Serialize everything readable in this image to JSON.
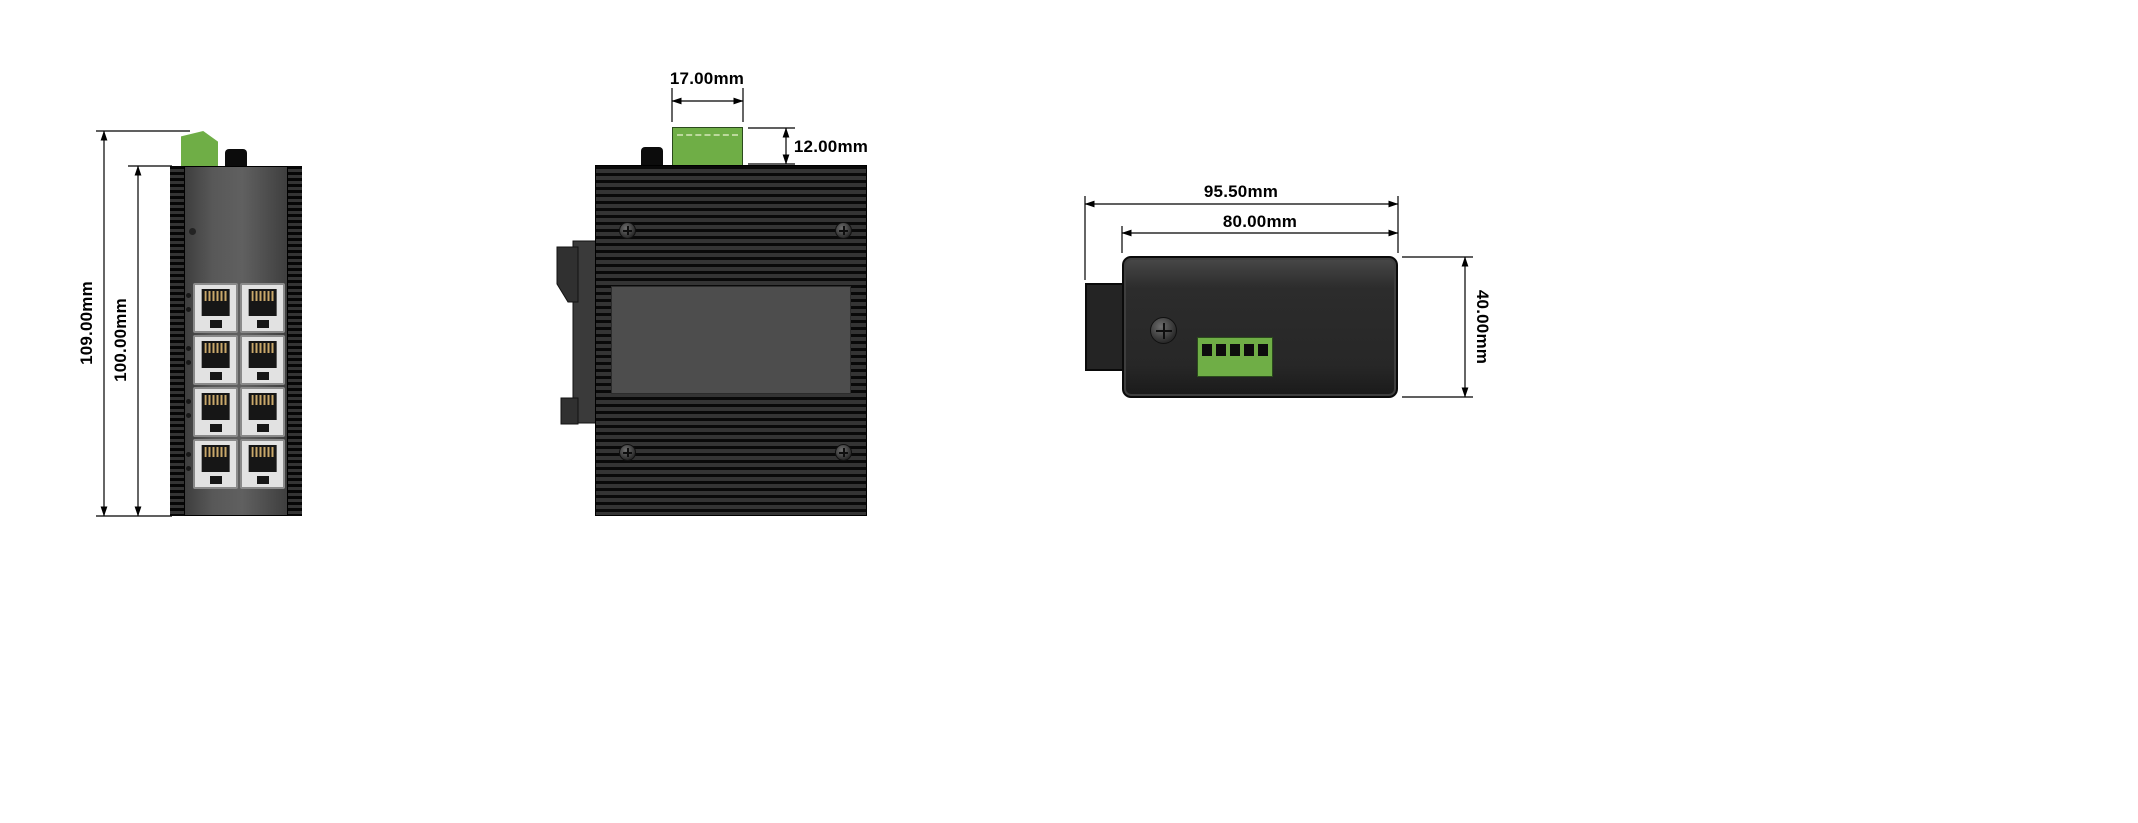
{
  "views": {
    "front": {
      "dim_overall_height": "109.00mm",
      "dim_body_height": "100.00mm"
    },
    "rear": {
      "dim_terminal_width": "17.00mm",
      "dim_terminal_height": "12.00mm"
    },
    "top": {
      "dim_overall_width": "95.50mm",
      "dim_body_width": "80.00mm",
      "dim_depth": "40.00mm"
    }
  },
  "colors": {
    "terminal_green": "#6fae46",
    "body_dark": "#2d2d2d",
    "plate_gray": "#4d4d4d",
    "dimension_line": "#000000"
  }
}
